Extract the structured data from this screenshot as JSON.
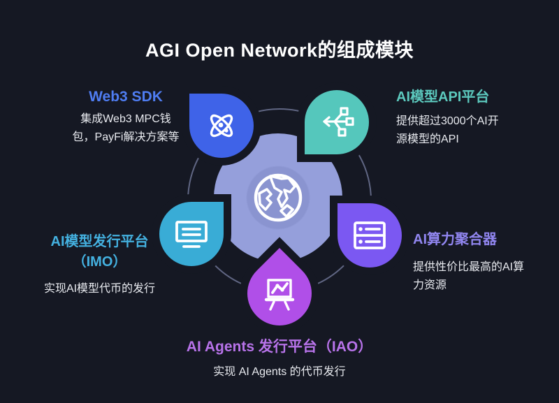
{
  "title": "AGI Open Network的组成模块",
  "colors": {
    "background": "#151823",
    "hub_fill": "#949eda",
    "hub_inner": "#8a94d0",
    "ring_stroke": "#9ea7d4",
    "icon_stroke": "#ffffff",
    "desc_text": "#e9ebf0",
    "title_text": "#ffffff"
  },
  "hub": {
    "icon": "globe-icon"
  },
  "nodes": [
    {
      "id": "web3-sdk",
      "label": "Web3 SDK",
      "accent": "#4f7df2",
      "petal_color": "#3f63e8",
      "icon": "atom-icon",
      "desc_lines": [
        "集成Web3 MPC钱",
        "包，PayFi解决方案等"
      ]
    },
    {
      "id": "ai-model-api",
      "label": "AI模型API平台",
      "accent": "#5cc9be",
      "petal_color": "#55c7bc",
      "icon": "branch-icon",
      "desc_lines": [
        "提供超过3000个AI开",
        "源模型的API"
      ]
    },
    {
      "id": "ai-model-imo",
      "label_lines": [
        "AI模型发行平台",
        "（IMO）"
      ],
      "accent": "#44b1e0",
      "petal_color": "#39acd6",
      "icon": "monitor-icon",
      "desc_lines": [
        "实现AI模型代币的发行"
      ]
    },
    {
      "id": "ai-power-aggregator",
      "label": "AI算力聚合器",
      "accent": "#9186f0",
      "petal_color": "#7b58f2",
      "icon": "server-icon",
      "desc_lines": [
        "提供性价比最高的AI算",
        "力资源"
      ]
    },
    {
      "id": "ai-agents-iao",
      "label": "AI Agents 发行平台（IAO）",
      "accent": "#b873ea",
      "petal_color": "#b04fe8",
      "icon": "easel-chart-icon",
      "desc_lines": [
        "实现 AI Agents 的代币发行"
      ]
    }
  ]
}
